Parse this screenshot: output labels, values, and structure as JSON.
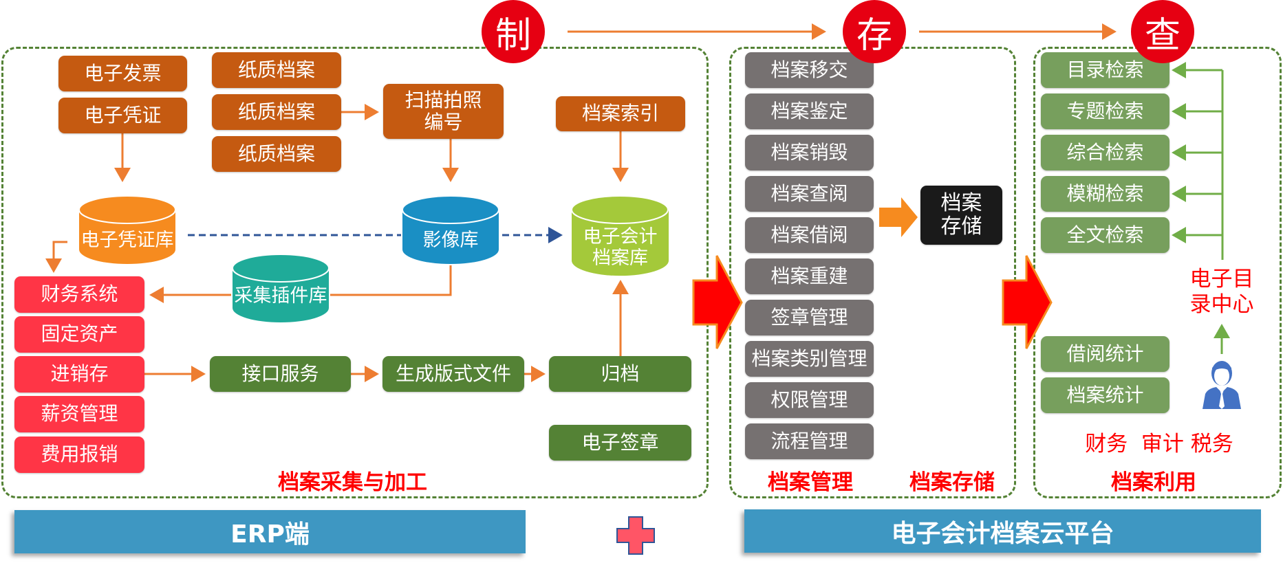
{
  "stages": {
    "make": "制",
    "store": "存",
    "query": "查"
  },
  "colors": {
    "stage_circle": "#e60012",
    "panel_border": "#548235",
    "source_box": "#c55a11",
    "system_box": "#ff3546",
    "process_box": "#548235",
    "management_box": "#767171",
    "search_box": "#779f5d",
    "bar": "#3e97c2",
    "title_red": "#ff0000"
  },
  "collection": {
    "title": "档案采集与加工",
    "electronic_sources": [
      "电子发票",
      "电子凭证"
    ],
    "paper_sources": [
      "纸质档案",
      "纸质档案",
      "纸质档案"
    ],
    "scan": "扫描拍照\n编号",
    "index": "档案索引",
    "databases": {
      "voucher_db": "电子凭证库",
      "image_db": "影像库",
      "archive_db": "电子会计\n档案库",
      "plugin_db": "采集插件库"
    },
    "systems": [
      "财务系统",
      "固定资产",
      "进销存",
      "薪资管理",
      "费用报销"
    ],
    "pipeline": [
      "接口服务",
      "生成版式文件",
      "归档"
    ],
    "signature": "电子签章"
  },
  "management": {
    "title": "档案管理",
    "items": [
      "档案移交",
      "档案鉴定",
      "档案销毁",
      "档案查阅",
      "档案借阅",
      "档案重建",
      "签章管理",
      "档案类别管理",
      "权限管理",
      "流程管理"
    ]
  },
  "storage": {
    "title": "档案存储",
    "box": "档案\n存储"
  },
  "utilization": {
    "title": "档案利用",
    "search_items": [
      "目录检索",
      "专题检索",
      "综合检索",
      "模糊检索",
      "全文检索"
    ],
    "stats_items": [
      "借阅统计",
      "档案统计"
    ],
    "center": "电子目\n录中心",
    "users": "财务  审计 税务",
    "user_icon": "person-icon"
  },
  "bottom": {
    "erp": "ERP端",
    "plus_icon": "plus-icon",
    "cloud": "电子会计档案云平台"
  }
}
